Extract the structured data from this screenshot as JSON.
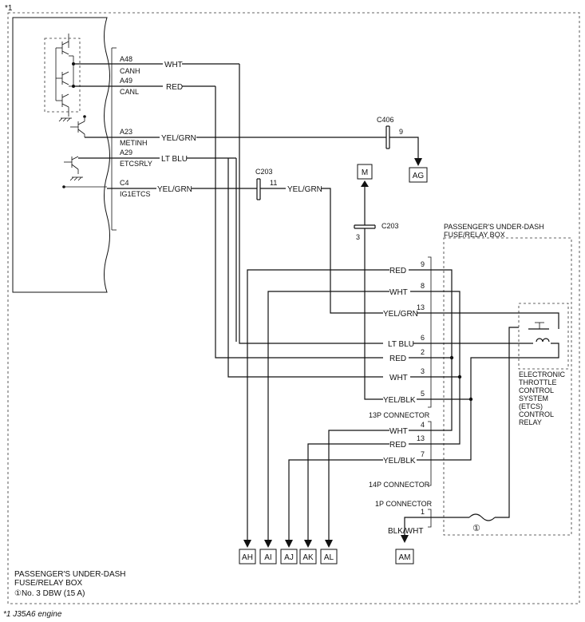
{
  "footnote_mark": "*1",
  "footnote_text": "*1  J35A6 engine",
  "ecm_pins": [
    {
      "pin": "A48",
      "signal": "CANH",
      "wire": "WHT"
    },
    {
      "pin": "A49",
      "signal": "CANL",
      "wire": "RED"
    },
    {
      "pin": "A23",
      "signal": "METINH",
      "wire": "YEL/GRN"
    },
    {
      "pin": "A29",
      "signal": "ETCSRLY",
      "wire": "LT BLU"
    },
    {
      "pin": "C4",
      "signal": "IG1ETCS",
      "wire": "YEL/GRN"
    }
  ],
  "c406": {
    "label": "C406",
    "pin": "9"
  },
  "c203_upper": {
    "label": "C203",
    "pin": "11",
    "wire": "YEL/GRN"
  },
  "c203_lower": {
    "label": "C203",
    "pin": "3"
  },
  "terminals": {
    "M": "M",
    "AG": "AG",
    "AH": "AH",
    "AI": "AI",
    "AJ": "AJ",
    "AK": "AK",
    "AL": "AL",
    "AM": "AM"
  },
  "fuse_box": {
    "title_line1": "PASSENGER'S UNDER-DASH",
    "title_line2": "FUSE/RELAY BOX",
    "connectors": {
      "c13p": "13P CONNECTOR",
      "c14p": "14P CONNECTOR",
      "c1p": "1P CONNECTOR"
    },
    "pins_13p": [
      {
        "pin": "9",
        "wire": "RED"
      },
      {
        "pin": "8",
        "wire": "WHT"
      },
      {
        "pin": "13",
        "wire": "YEL/GRN"
      },
      {
        "pin": "6",
        "wire": "LT BLU"
      },
      {
        "pin": "2",
        "wire": "RED"
      },
      {
        "pin": "3",
        "wire": "WHT"
      },
      {
        "pin": "5",
        "wire": "YEL/BLK"
      }
    ],
    "pins_14p": [
      {
        "pin": "4",
        "wire": "WHT"
      },
      {
        "pin": "13",
        "wire": "RED"
      },
      {
        "pin": "7",
        "wire": "YEL/BLK"
      }
    ],
    "pin_1p": {
      "pin": "1",
      "wire": "BLK/WHT"
    },
    "fuse_mark": "①",
    "relay_lines": [
      "ELECTRONIC",
      "THROTTLE",
      "CONTROL",
      "SYSTEM",
      "(ETCS)",
      "CONTROL",
      "RELAY"
    ]
  },
  "legend": {
    "line1": "PASSENGER'S UNDER-DASH",
    "line2": "FUSE/RELAY BOX",
    "line3": "①No. 3 DBW (15 A)"
  }
}
